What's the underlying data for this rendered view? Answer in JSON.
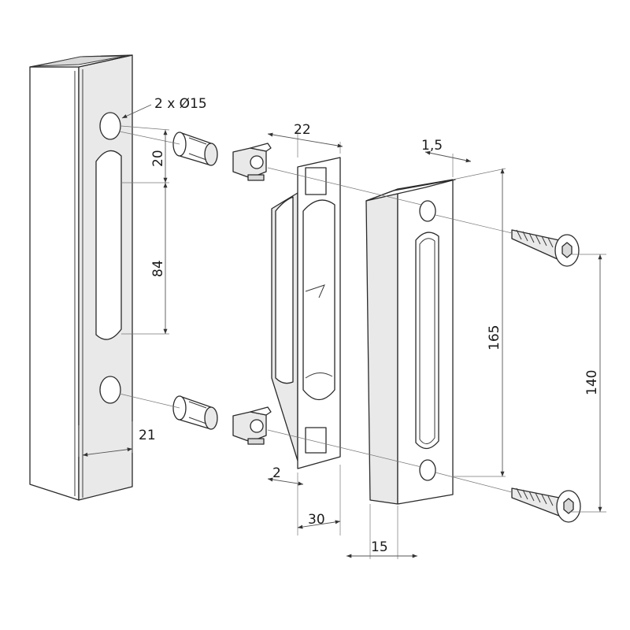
{
  "diagram": {
    "dimensions": {
      "holes": "2 x Ø15",
      "hole_offset": "20",
      "slot_length": "84",
      "post_depth": "21",
      "keeper_width": "22",
      "keeper_gap": "2",
      "keeper_depth": "30",
      "thickness": "1,5",
      "plate_height": "165",
      "screw_spacing": "140",
      "plate_depth": "15"
    }
  }
}
